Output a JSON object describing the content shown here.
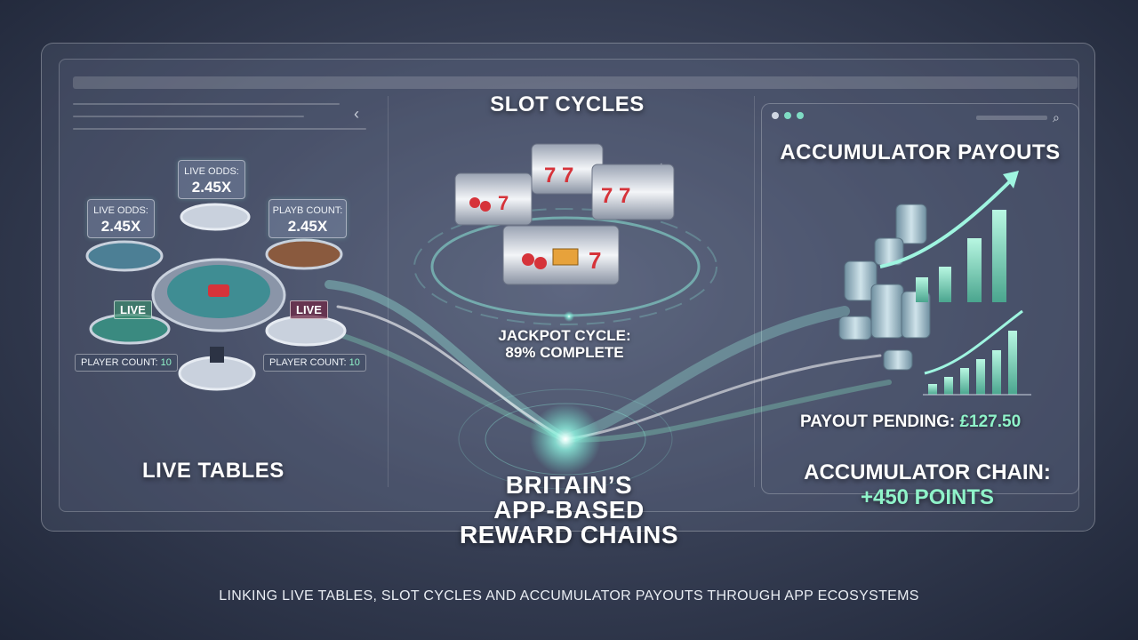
{
  "sections": {
    "slot_cycles": "Slot Cycles",
    "accumulator_payouts": "Accumulator Payouts",
    "live_tables": "Live Tables",
    "center": [
      "Britain’s",
      "App-Based",
      "Reward Chains"
    ]
  },
  "live_tables": {
    "odds_top": {
      "label": "Live odds:",
      "value": "2.45x"
    },
    "odds_left": {
      "label": "Live odds:",
      "value": "2.45x"
    },
    "player_count_card": {
      "label": "Playb count:",
      "value": "2.45x"
    },
    "badge_left": "Live",
    "badge_right": "Live",
    "player_count_left": {
      "label": "Player count:",
      "value": "10"
    },
    "player_count_right": {
      "label": "Player count:",
      "value": "10"
    }
  },
  "slots": {
    "jackpot_line1": "Jackpot cycle:",
    "jackpot_line2": "89% complete",
    "progress": 0.89
  },
  "accumulator": {
    "payout_label": "Payout pending:",
    "payout_value": "£127.50",
    "chain_label": "Accumulator chain:",
    "chain_value": "+450 points"
  },
  "caption": "Linking live tables, slot cycles and accumulator payouts through app ecosystems",
  "colors": {
    "accent": "#8ff3c9",
    "glow": "#6fe8d0",
    "red": "#d6333a"
  },
  "icons": {
    "back": "chevron-left-icon",
    "search": "search-icon"
  }
}
